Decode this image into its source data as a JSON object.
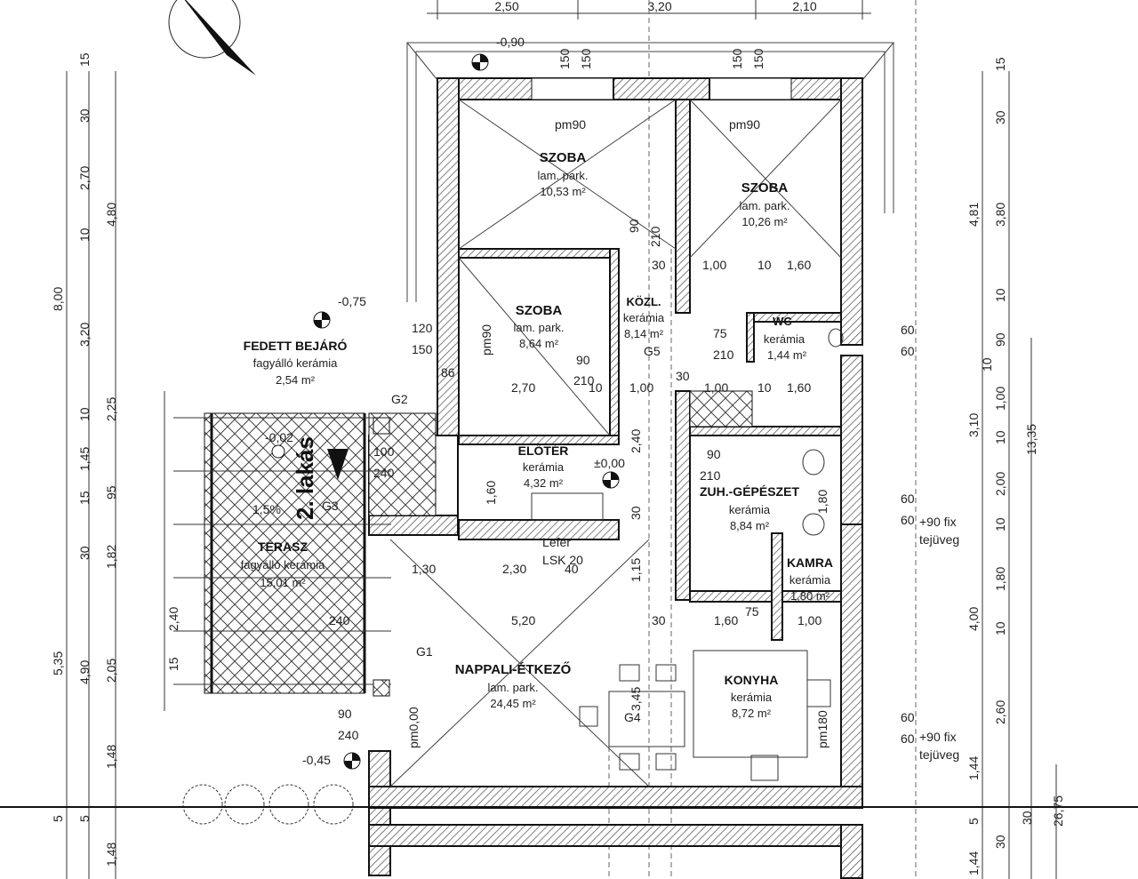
{
  "top_dims": [
    "2,50",
    "3,20",
    "2,10"
  ],
  "rooms": {
    "szoba1": {
      "name": "SZOBA",
      "floor": "lam. park.",
      "area": "10,53 m²"
    },
    "szoba2": {
      "name": "SZOBA",
      "floor": "lam. park.",
      "area": "10,26 m²"
    },
    "szoba3": {
      "name": "SZOBA",
      "floor": "lam. park.",
      "area": "8,64 m²"
    },
    "kozl": {
      "name": "KÖZL.",
      "floor": "kerámia",
      "area": "8,14 m²"
    },
    "wc": {
      "name": "WC",
      "floor": "kerámia",
      "area": "1,44 m²"
    },
    "eloter": {
      "name": "ELŐTÉR",
      "floor": "kerámia",
      "area": "4,32 m²"
    },
    "zuh": {
      "name": "ZUH.-GÉPÉSZET",
      "floor": "kerámia",
      "area": "8,84 m²"
    },
    "kamra": {
      "name": "KAMRA",
      "floor": "kerámia",
      "area": "1,80 m²"
    },
    "nappali": {
      "name": "NAPPALI-ÉTKEZŐ",
      "floor": "lam. park.",
      "area": "24,45 m²"
    },
    "konyha": {
      "name": "KONYHA",
      "floor": "kerámia",
      "area": "8,72 m²"
    },
    "fedett": {
      "name": "FEDETT BEJÁRÓ",
      "floor": "fagyálló kerámia",
      "area": "2,54 m²"
    },
    "terasz": {
      "name": "TERASZ",
      "floor": "fagyálló kerámia",
      "area": "15,01 m²"
    }
  },
  "labels": {
    "apartment": "2. lakás",
    "lefolyo": "Lefer",
    "lsk": "LSK 20",
    "g1": "G1",
    "g2": "G2",
    "g3": "G3",
    "g4": "G4",
    "g5": "G5",
    "pm90_a": "pm90",
    "pm90_b": "pm90",
    "pm90_c": "pm90",
    "pm000": "pm0,00",
    "lvl_090": "-0,90",
    "lvl_075": "-0,75",
    "lvl_000": "±0,00",
    "lvl_045": "-0,45",
    "lvl_002": "-0,02",
    "fix1": "+90 fix",
    "tej1": "tejüveg",
    "fix2": "+90 fix",
    "tej2": "tejüveg",
    "pct": "1,5%"
  },
  "left_dims": [
    "15",
    "30",
    "2,70",
    "10",
    "3,20",
    "2,25",
    "10",
    "1,45",
    "15",
    "30",
    "1,82",
    "2,40",
    "2,05",
    "15",
    "1,48",
    "5",
    "5",
    "1,48"
  ],
  "left_outer_dims": [
    "4,80",
    "8,00",
    "95",
    "5,35",
    "4,90"
  ],
  "right_dims": [
    "15",
    "30",
    "3,80",
    "4,81",
    "10",
    "90",
    "10",
    "1,00",
    "10",
    "2,00",
    "10",
    "1,80",
    "3,10",
    "10",
    "4,00",
    "2,60",
    "1,44",
    "5",
    "30",
    "30",
    "1,44"
  ],
  "right_outer_dims": [
    "13,35",
    "26,75"
  ],
  "inner_dims": [
    "1,00",
    "10",
    "1,60",
    "30",
    "90",
    "210",
    "2,70",
    "10",
    "1,00",
    "30",
    "1,00",
    "10",
    "1,60",
    "1,30",
    "2,30",
    "40",
    "5,20",
    "30",
    "1,60",
    "75",
    "1,00",
    "120",
    "150",
    "86",
    "100",
    "240",
    "240",
    "90",
    "240",
    "60",
    "60",
    "60",
    "60",
    "60",
    "60",
    "150",
    "150",
    "150",
    "150",
    "90",
    "210",
    "1,60",
    "2,40",
    "30",
    "1,15",
    "3,45",
    "75",
    "210",
    "1,80",
    "90",
    "210",
    "pm180"
  ],
  "colors": {
    "wall": "#111111",
    "hatch": "#555555",
    "line": "#333333"
  }
}
